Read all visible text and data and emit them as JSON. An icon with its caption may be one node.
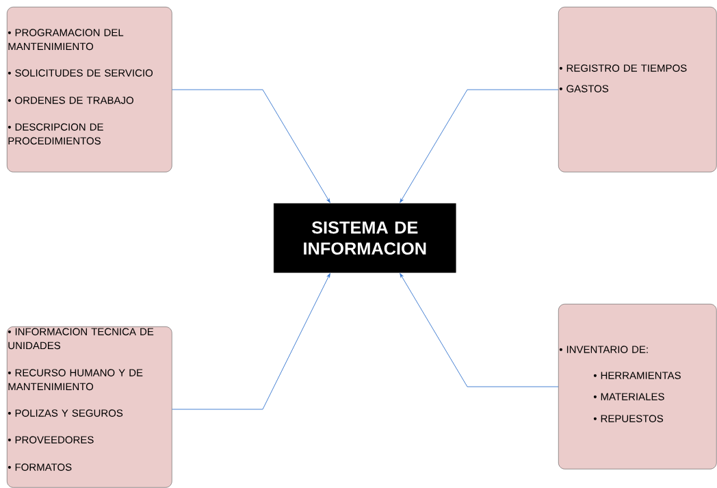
{
  "diagram": {
    "nodes": [
      {
        "text": [
          "SISTEMA DE INFORMACION"
        ]
      },
      {
        "text": [
          "• PROGRAMACION DEL MANTENIMIENTO",
          "• SOLICITUDES DE SERVICIO",
          "• ORDENES DE TRABAJO",
          "• DESCRIPCION DE PROCEDIMIENTOS"
        ]
      },
      {
        "text": [
          "• REGISTRO DE TIEMPOS",
          "• GASTOS"
        ]
      },
      {
        "text": [
          "• INFORMACION TECNICA DE UNIDADES",
          "• RECURSO HUMANO Y DE MANTENIMIENTO",
          "• POLIZAS Y SEGUROS",
          "• PROVEEDORES",
          "• FORMATOS"
        ]
      },
      {
        "text": [
          "• INVENTARIO DE:",
          "• HERRAMIENTAS",
          "• MATERIALES",
          "• REPUESTOS"
        ]
      }
    ],
    "edges": [
      {
        "from": 1,
        "to": 0,
        "arrow": "to"
      },
      {
        "from": 2,
        "to": 0,
        "arrow": "to"
      },
      {
        "from": 3,
        "to": 0,
        "arrow": "to"
      },
      {
        "from": 4,
        "to": 0,
        "arrow": "to"
      }
    ]
  }
}
